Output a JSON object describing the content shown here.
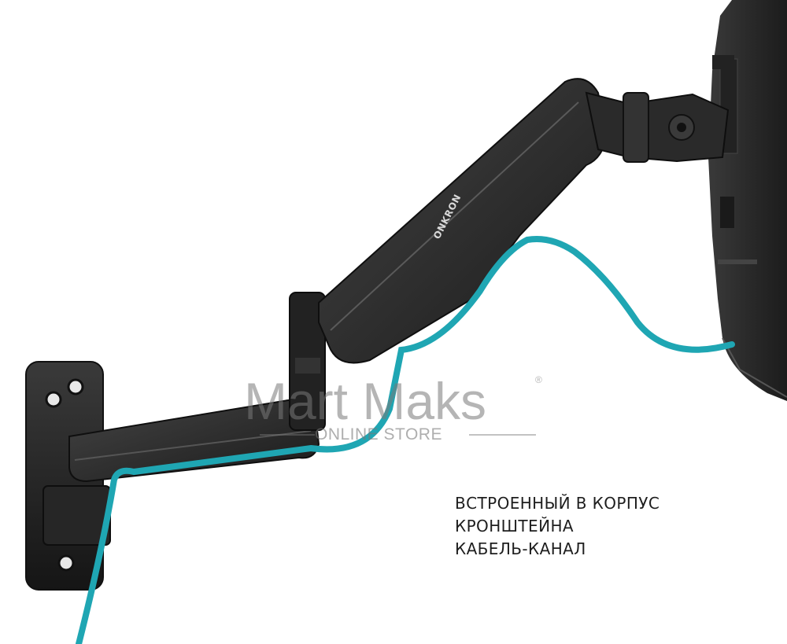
{
  "caption": {
    "line1": "ВСТРОЕННЫЙ В КОРПУС",
    "line2": "КРОНШТЕЙНА",
    "line3": "КАБЕЛЬ-КАНАЛ"
  },
  "brand_mark": "ONKRON",
  "watermark": {
    "title": "Mart Maks",
    "registered": "®",
    "subtitle": "ONLINE STORE"
  },
  "colors": {
    "background": "#ffffff",
    "metal": "#2b2b2b",
    "cable": "#1fa6b3",
    "caption_text": "#1e1e1e"
  }
}
